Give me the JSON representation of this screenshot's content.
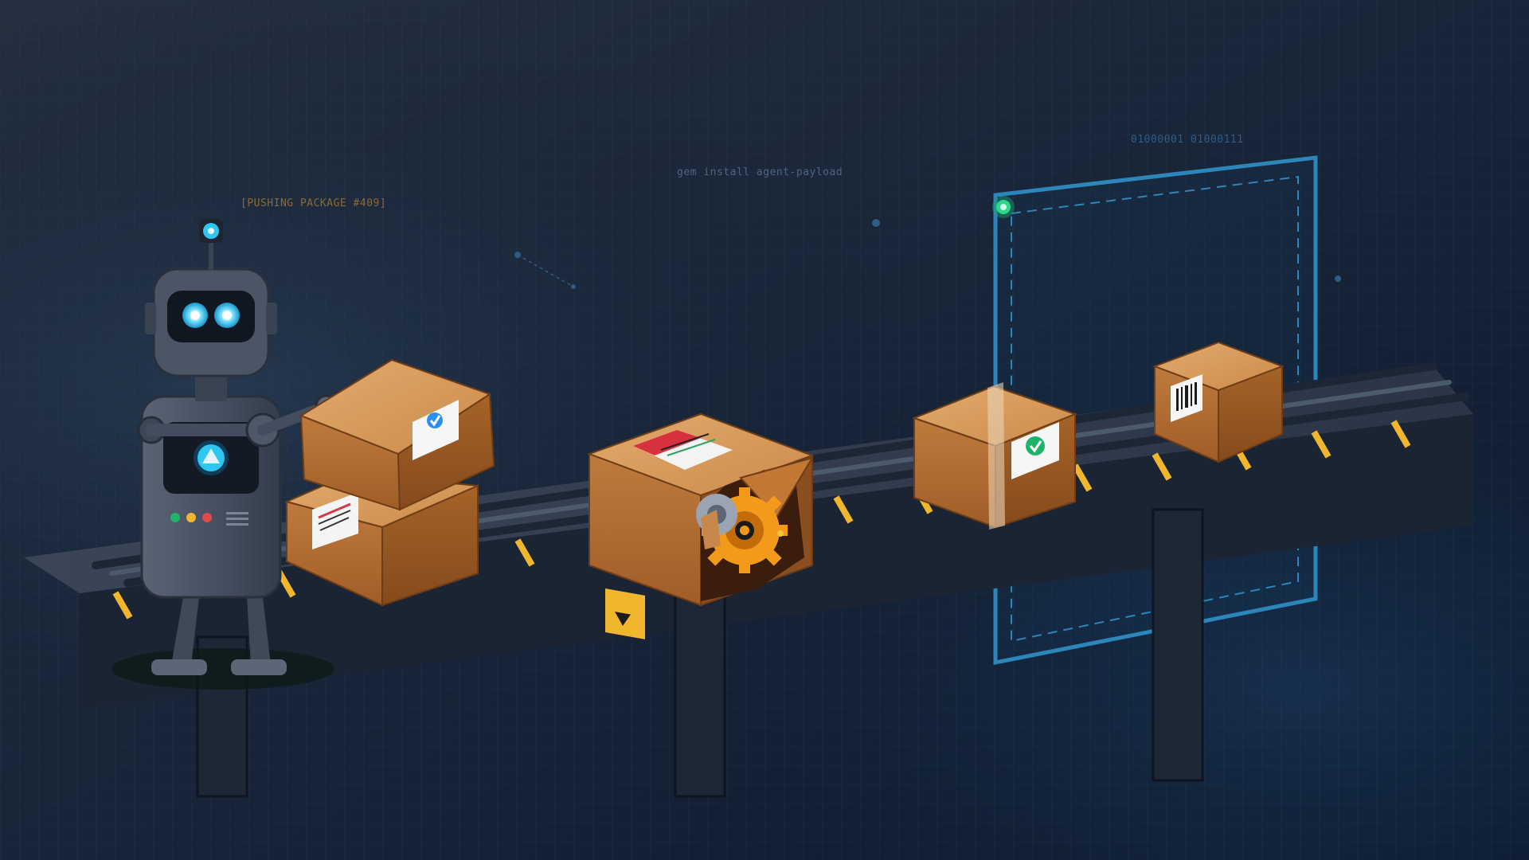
{
  "scene": {
    "labels": {
      "pushing": "[PUSHING PACKAGE #409]",
      "command": "gem install agent-payload",
      "binary": "01000001 01000111"
    },
    "colors": {
      "background_top": "#1f2b3b",
      "background_bottom": "#0f1b2d",
      "accent_cyan": "#2fc6f0",
      "frame_blue": "#2d86b9",
      "box_front": "#b06a32",
      "box_side": "#8f5222",
      "box_top": "#d89a5c",
      "gear_orange": "#f39a1a",
      "check_green": "#20b36a",
      "belt_dark": "#1b2433",
      "warning_yellow": "#f0b72e"
    },
    "icons": [
      "robot-icon",
      "package-box-icon",
      "broken-box-icon",
      "gear-icon",
      "checkmark-icon",
      "barcode-icon",
      "scanner-frame-icon"
    ]
  }
}
